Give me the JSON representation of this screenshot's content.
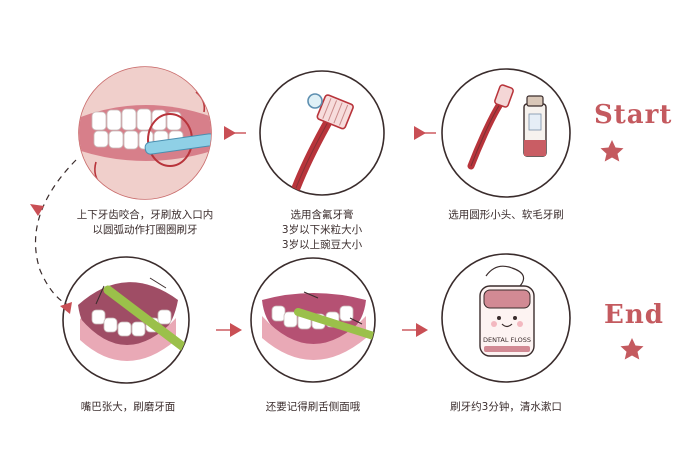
{
  "labels": {
    "start": "Start",
    "end": "End"
  },
  "steps": [
    {
      "caption": [
        "选用圆形小头、软毛牙刷"
      ]
    },
    {
      "caption": [
        "选用含氟牙膏",
        "3岁以下米粒大小",
        "3岁以上豌豆大小"
      ]
    },
    {
      "caption": [
        "上下牙齿咬合，牙刷放入口内",
        "以圆弧动作打圈圈刷牙"
      ]
    },
    {
      "caption": [
        "嘴巴张大，刷磨牙面"
      ]
    },
    {
      "caption": [
        "还要记得刷舌侧面哦"
      ]
    },
    {
      "caption": [
        "刷牙约3分钟，清水漱口"
      ]
    }
  ],
  "floss_box_text": "DENTAL FLOSS",
  "colors": {
    "accent": "#c45a5f",
    "arrow": "#c94f55",
    "circle_stroke": "#3a2c2c",
    "brush_red": "#b8343b",
    "brush_green": "#9bc04a",
    "gum": "#d98a97"
  }
}
